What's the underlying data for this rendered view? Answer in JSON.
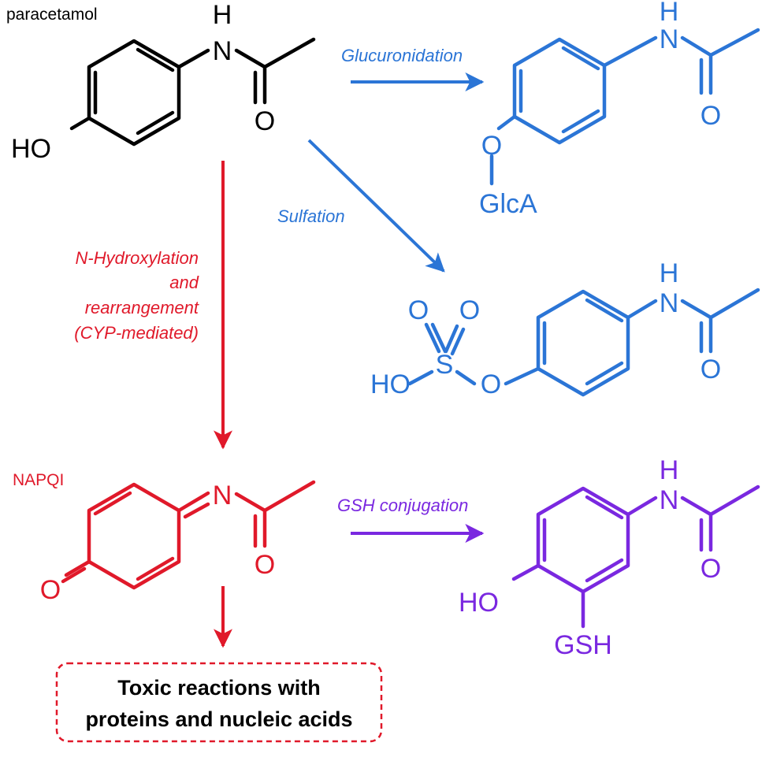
{
  "colors": {
    "black": "#000000",
    "blue": "#2b75d6",
    "red": "#e0192a",
    "purple": "#7a28e0"
  },
  "labels": {
    "paracetamol": "paracetamol",
    "napqi": "NAPQI",
    "glucuronidation": "Glucuronidation",
    "sulfation": "Sulfation",
    "hydroxylation_1": "N-Hydroxylation",
    "hydroxylation_2": "and",
    "hydroxylation_3": "rearrangement",
    "hydroxylation_4": "(CYP-mediated)",
    "gsh_conjugation": "GSH conjugation",
    "toxic_1": "Toxic reactions with",
    "toxic_2": "proteins and nucleic acids"
  },
  "atoms": {
    "H": "H",
    "N": "N",
    "O": "O",
    "HO": "HO",
    "S": "S",
    "GlcA": "GlcA",
    "GSH": "GSH"
  }
}
